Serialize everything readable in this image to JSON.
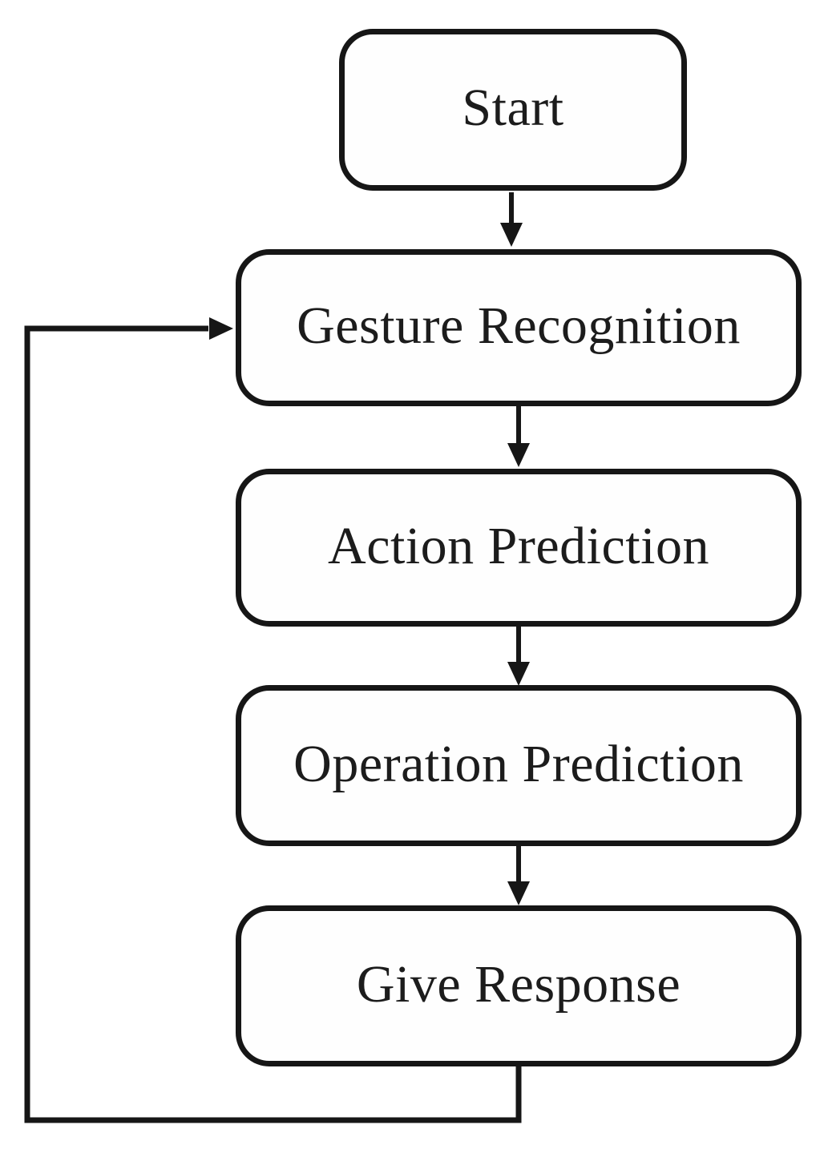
{
  "diagram": {
    "type": "flowchart",
    "nodes": [
      {
        "id": "start",
        "label": "Start"
      },
      {
        "id": "gesture_recognition",
        "label": "Gesture Recognition"
      },
      {
        "id": "action_prediction",
        "label": "Action Prediction"
      },
      {
        "id": "operation_prediction",
        "label": "Operation Prediction"
      },
      {
        "id": "give_response",
        "label": "Give Response"
      }
    ],
    "edges": [
      {
        "from": "start",
        "to": "gesture_recognition",
        "style": "arrow-down"
      },
      {
        "from": "gesture_recognition",
        "to": "action_prediction",
        "style": "arrow-down"
      },
      {
        "from": "action_prediction",
        "to": "operation_prediction",
        "style": "arrow-down"
      },
      {
        "from": "operation_prediction",
        "to": "give_response",
        "style": "arrow-down"
      },
      {
        "from": "give_response",
        "to": "gesture_recognition",
        "style": "feedback-loop-left"
      }
    ],
    "colors": {
      "stroke": "#161616",
      "node_fill": "#fefefe",
      "text": "#1c1c1c",
      "background": "#ffffff"
    }
  }
}
